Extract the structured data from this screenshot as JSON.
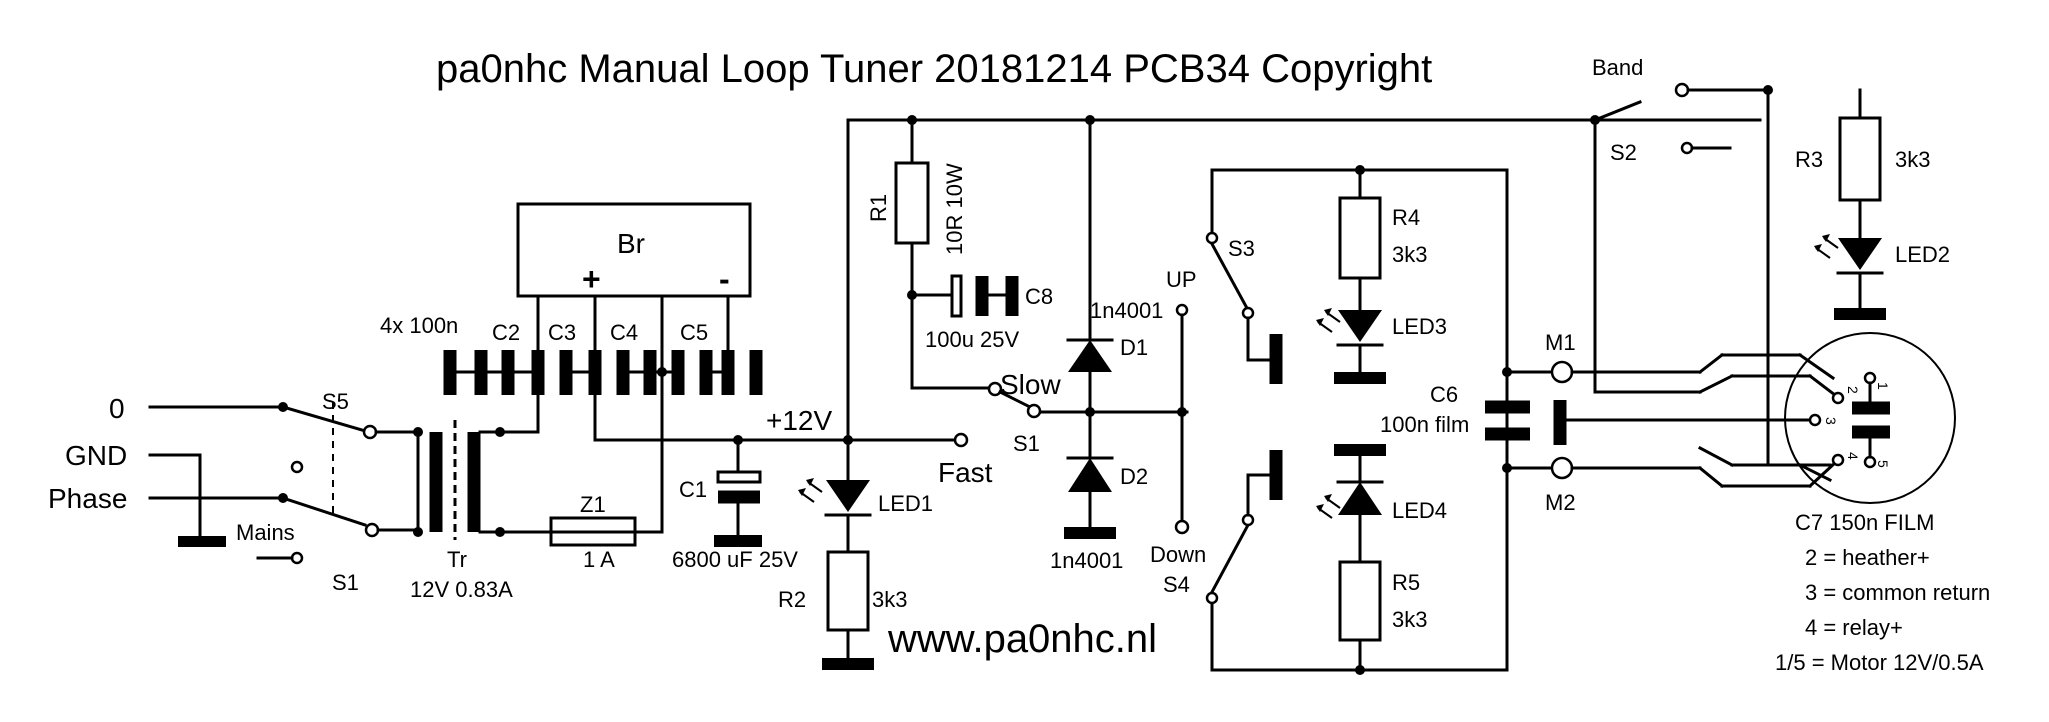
{
  "title": "pa0nhc Manual Loop Tuner 20181214 PCB34 Copyright",
  "website": "www.pa0nhc.nl",
  "labels": {
    "mains_0": "0",
    "mains_gnd": "GND",
    "mains_phase": "Phase",
    "mains": "Mains",
    "s5": "S5",
    "s1_mains": "S1",
    "tr": "Tr",
    "tr_rating": "12V 0.83A",
    "z1": "Z1",
    "z1_rating": "1 A",
    "br": "Br",
    "br_plus": "+",
    "br_minus": "-",
    "caps_note": "4x 100n",
    "c2": "C2",
    "c3": "C3",
    "c4": "C4",
    "c5": "C5",
    "plus12": "+12V",
    "c1": "C1",
    "c1_value": "6800 uF 25V",
    "led1": "LED1",
    "r2": "R2",
    "r2_value": "3k3",
    "r1": "R1",
    "r1_value": "10R 10W",
    "c8": "C8",
    "c8_value": "100u 25V",
    "d1_type": "1n4001",
    "d1": "D1",
    "d2": "D2",
    "d2_type": "1n4001",
    "slow": "Slow",
    "fast": "Fast",
    "s1": "S1",
    "up": "UP",
    "down": "Down",
    "s3": "S3",
    "s4": "S4",
    "r4": "R4",
    "r4_value": "3k3",
    "led3": "LED3",
    "led4": "LED4",
    "r5": "R5",
    "r5_value": "3k3",
    "c6": "C6",
    "c6_value": "100n film",
    "m1": "M1",
    "m2": "M2",
    "band": "Band",
    "s2": "S2",
    "r3": "R3",
    "r3_value": "3k3",
    "led2": "LED2",
    "plug_pin1": "1",
    "plug_pin2": "2",
    "plug_pin3": "3",
    "plug_pin4": "4",
    "plug_pin5": "5"
  },
  "legend": {
    "c7": "C7  150n FILM",
    "pin2": "2 = heather+",
    "pin3": "3 = common return",
    "pin4": "4 = relay+",
    "pin15": "1/5 = Motor 12V/0.5A"
  }
}
